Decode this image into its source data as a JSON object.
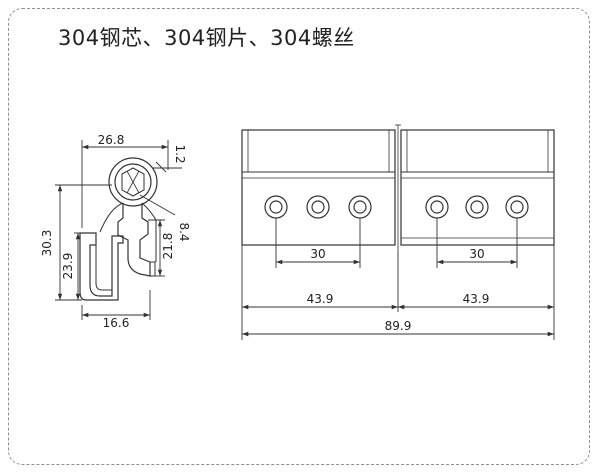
{
  "header": {
    "title": "304钢芯、304钢片、304螺丝"
  },
  "side_view": {
    "dims": {
      "width_top": "26.8",
      "thickness": "1.2",
      "height_total": "30.3",
      "height_lower": "23.9",
      "height_inner": "21.8",
      "pin_dia": "8.4",
      "width_base": "16.6"
    }
  },
  "front_view": {
    "dims": {
      "hole_pitch_left": "30",
      "hole_pitch_right": "30",
      "leaf_width_left": "43.9",
      "leaf_width_right": "43.9",
      "overall_width": "89.9"
    }
  },
  "colors": {
    "line": "#333333",
    "frame": "#8f8f8f"
  }
}
